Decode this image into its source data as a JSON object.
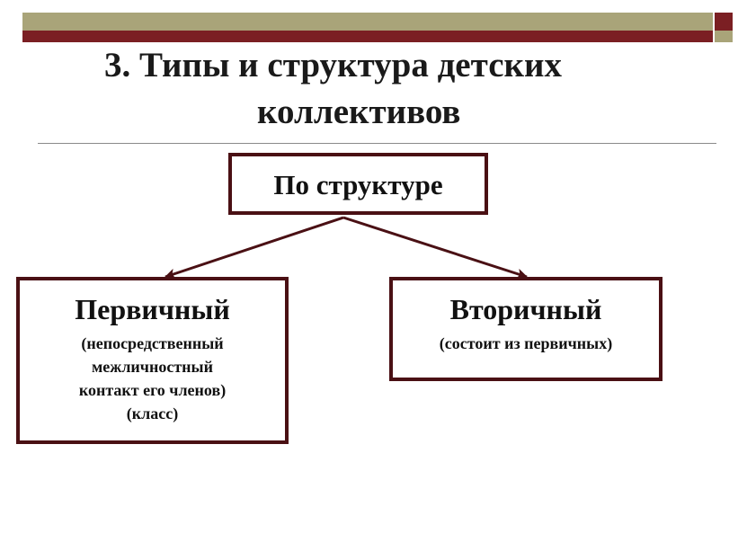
{
  "slide": {
    "title_line_1": "3. Типы и структура детских",
    "title_line_2": "коллективов"
  },
  "diagram": {
    "root": "По структуре",
    "children": [
      {
        "title": "Первичный",
        "description": "(непосредственный\nмежличностный\nконтакт его членов)\n(класс)"
      },
      {
        "title": "Вторичный",
        "description": "(состоит из первичных)"
      }
    ]
  },
  "colors": {
    "olive": "#a9a479",
    "maroon": "#7b1f23",
    "box_border": "#4a1014",
    "arrow": "#4a1014"
  }
}
